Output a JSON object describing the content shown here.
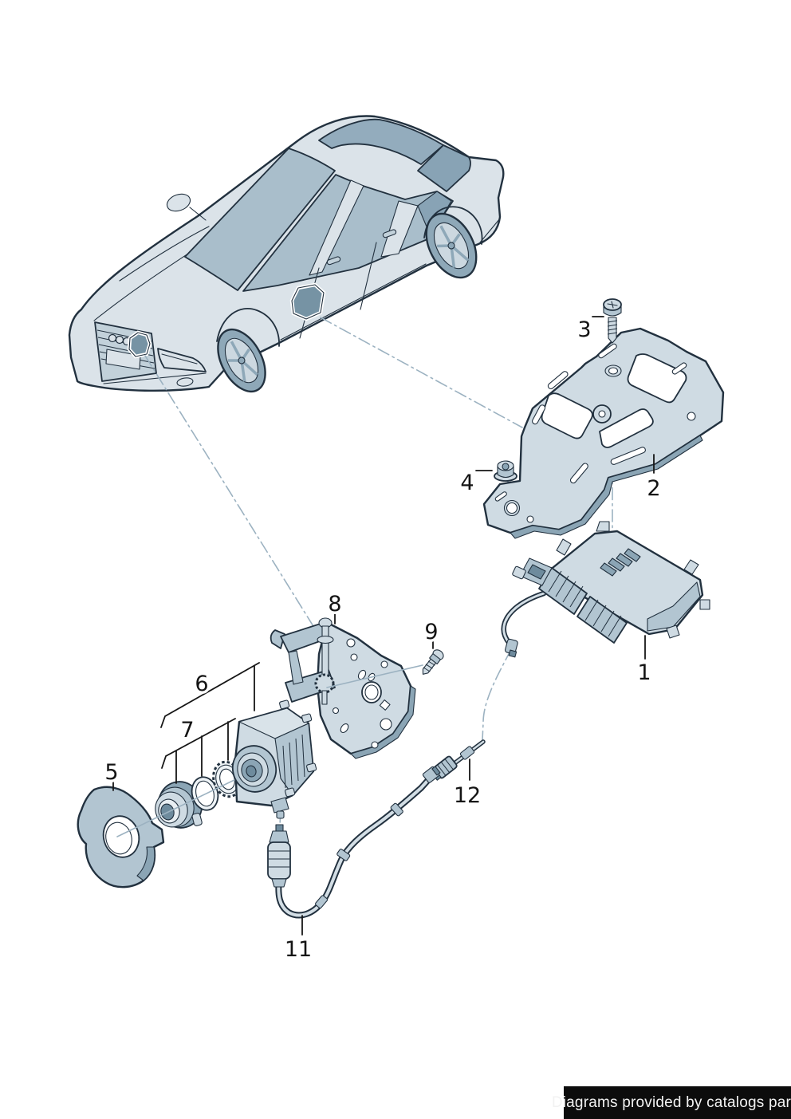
{
  "diagram": {
    "callouts": [
      {
        "label": "1"
      },
      {
        "label": "2"
      },
      {
        "label": "3"
      },
      {
        "label": "4"
      },
      {
        "label": "5"
      },
      {
        "label": "6"
      },
      {
        "label": "7"
      },
      {
        "label": "8"
      },
      {
        "label": "9"
      },
      {
        "label": "11"
      },
      {
        "label": "12"
      }
    ]
  },
  "footer": {
    "text": "Diagrams provided by catalogs parts"
  },
  "colors": {
    "outline": "#22313f",
    "construction": "#9cb2c1",
    "bodyLight": "#dbe3e9",
    "bodyMid": "#c2d1da",
    "glass": "#a9becb",
    "glassDark": "#93acbd",
    "glassDeep": "#88a3b5",
    "partLight": "#cfdbe3",
    "partMid": "#b2c5d1",
    "partDark": "#8ba5b5",
    "partDeep": "#6e8b9d",
    "patch": "#7693a4",
    "labelColor": "#141414",
    "footerBg": "#0c0c0c",
    "footerText": "#f2f2f2",
    "paper": "#ffffff"
  }
}
